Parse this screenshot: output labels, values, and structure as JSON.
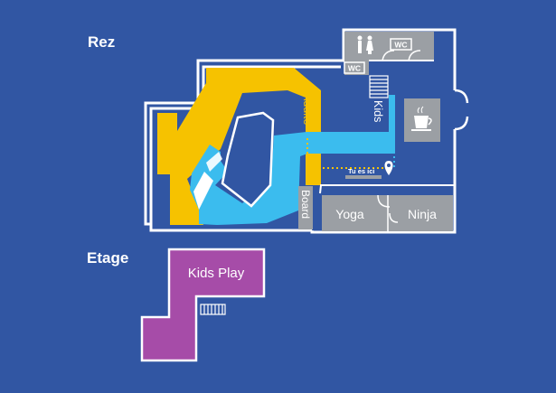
{
  "floors": {
    "ground_label": "Rez",
    "upper_label": "Etage"
  },
  "zones": {
    "adulte": "Adulte",
    "kids": "Kids",
    "board": "Board",
    "yoga": "Yoga",
    "ninja": "Ninja",
    "kids_play": "Kids Play"
  },
  "facilities": {
    "wc_1": "WC",
    "wc_2": "WC",
    "cafe_icon": "coffee-cup-icon",
    "toilet_icon": "restroom-icon"
  },
  "location": {
    "you_are_here": "Tu es ici",
    "marker_icon": "map-pin-icon"
  },
  "colors": {
    "background": "#3156a3",
    "wall": "#ffffff",
    "adulte_wall": "#f6c200",
    "kids_wall": "#3bbcee",
    "room_gray": "#9b9fa4",
    "kids_play": "#a64ca8"
  }
}
